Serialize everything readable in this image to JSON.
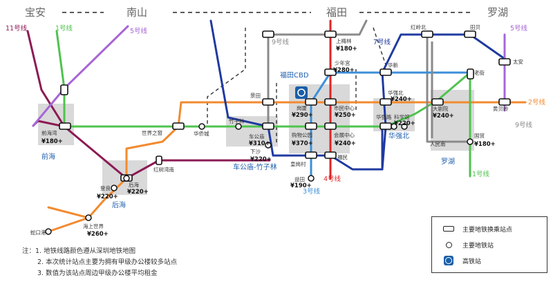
{
  "districts": [
    "宝安",
    "南山",
    "福田",
    "罗湖"
  ],
  "area_labels": [
    "前海",
    "后海",
    "车公庙-竹子林",
    "福田CBD",
    "华强北",
    "罗湖"
  ],
  "lines": {
    "l11": "11号线",
    "l1_top": "1号线",
    "l5_top": "5号线",
    "l9_top": "9号线",
    "l7": "7号线",
    "l5_right": "5号线",
    "l2": "2号线",
    "l9_right": "9号线",
    "l1_bottom": "1号线",
    "l4": "4号线",
    "l3": "3号线"
  },
  "stations": {
    "qianhaiwan": "前海湾",
    "houhai": "后海",
    "dengliang": "登良",
    "haishangshijie": "海上世界",
    "shekoukou": "蛇口港",
    "hongshuwannan": "红树湾南",
    "shijiezhichuang": "世界之窗",
    "huaqiaocheng": "华侨城",
    "zhuzilin": "竹子林",
    "chegongmiao": "车公庙",
    "xiasha": "下沙",
    "jingtian": "景田",
    "gangxia": "岗厦",
    "shiminzhongxin": "市民中心",
    "gouwugongyuan": "购物公园",
    "huizhanzhongxin": "会展中心",
    "huanggangcun": "皇岗村",
    "futian_stn": "福民",
    "yitian": "益田",
    "shangmeilin": "上梅林",
    "shaoniangong": "少年宫",
    "huaxin": "华新",
    "huaqiangbei": "华强北",
    "huaqianglu": "华强路",
    "kexueguan": "科学馆",
    "hongling": "红岭北",
    "tianbei": "田贝",
    "laojie": "老街",
    "taian": "太安",
    "huangbeiling": "黄贝岭",
    "dajuyuan": "大剧院",
    "renminnan": "人民南",
    "guomao": "国贸"
  },
  "prices": {
    "qianhaiwan": "¥180+",
    "houhai": "¥220+",
    "dengliang": "¥220+",
    "haishangshijie": "¥260+",
    "chegongmiao": "¥310+",
    "xiasha": "¥220+",
    "gangxia": "¥290+",
    "shiminzhongxin": "¥250+",
    "gouwugongyuan": "¥370+",
    "huizhanzhongxin": "¥240+",
    "yitian": "¥190+",
    "shangmeilin": "¥180+",
    "shaoniangong": "¥280+",
    "huaqiangbei": "¥240+",
    "kexueguan": "¥220+",
    "dajuyuan": "¥240+",
    "guomao": "¥180+"
  },
  "legend": {
    "interchange": "主要地铁换乘站点",
    "station": "主要地铁站",
    "hsr": "高铁站"
  },
  "notes": [
    "注：1.  地铁线路颜色遵从深圳地铁地图",
    "2.  本次统计站点主要为拥有甲级办公楼较多站点",
    "3.  数值为该站点周边甲级办公楼平均租金"
  ],
  "colors": {
    "l1": "#4fc34f",
    "l2": "#f28a2e",
    "l3": "#3c8fd8",
    "l4": "#e02424",
    "l5": "#a766d6",
    "l7": "#1f3aa0",
    "l9": "#8a8a8a",
    "l11": "#8c1a54",
    "l3b": "#2a2a9a"
  }
}
